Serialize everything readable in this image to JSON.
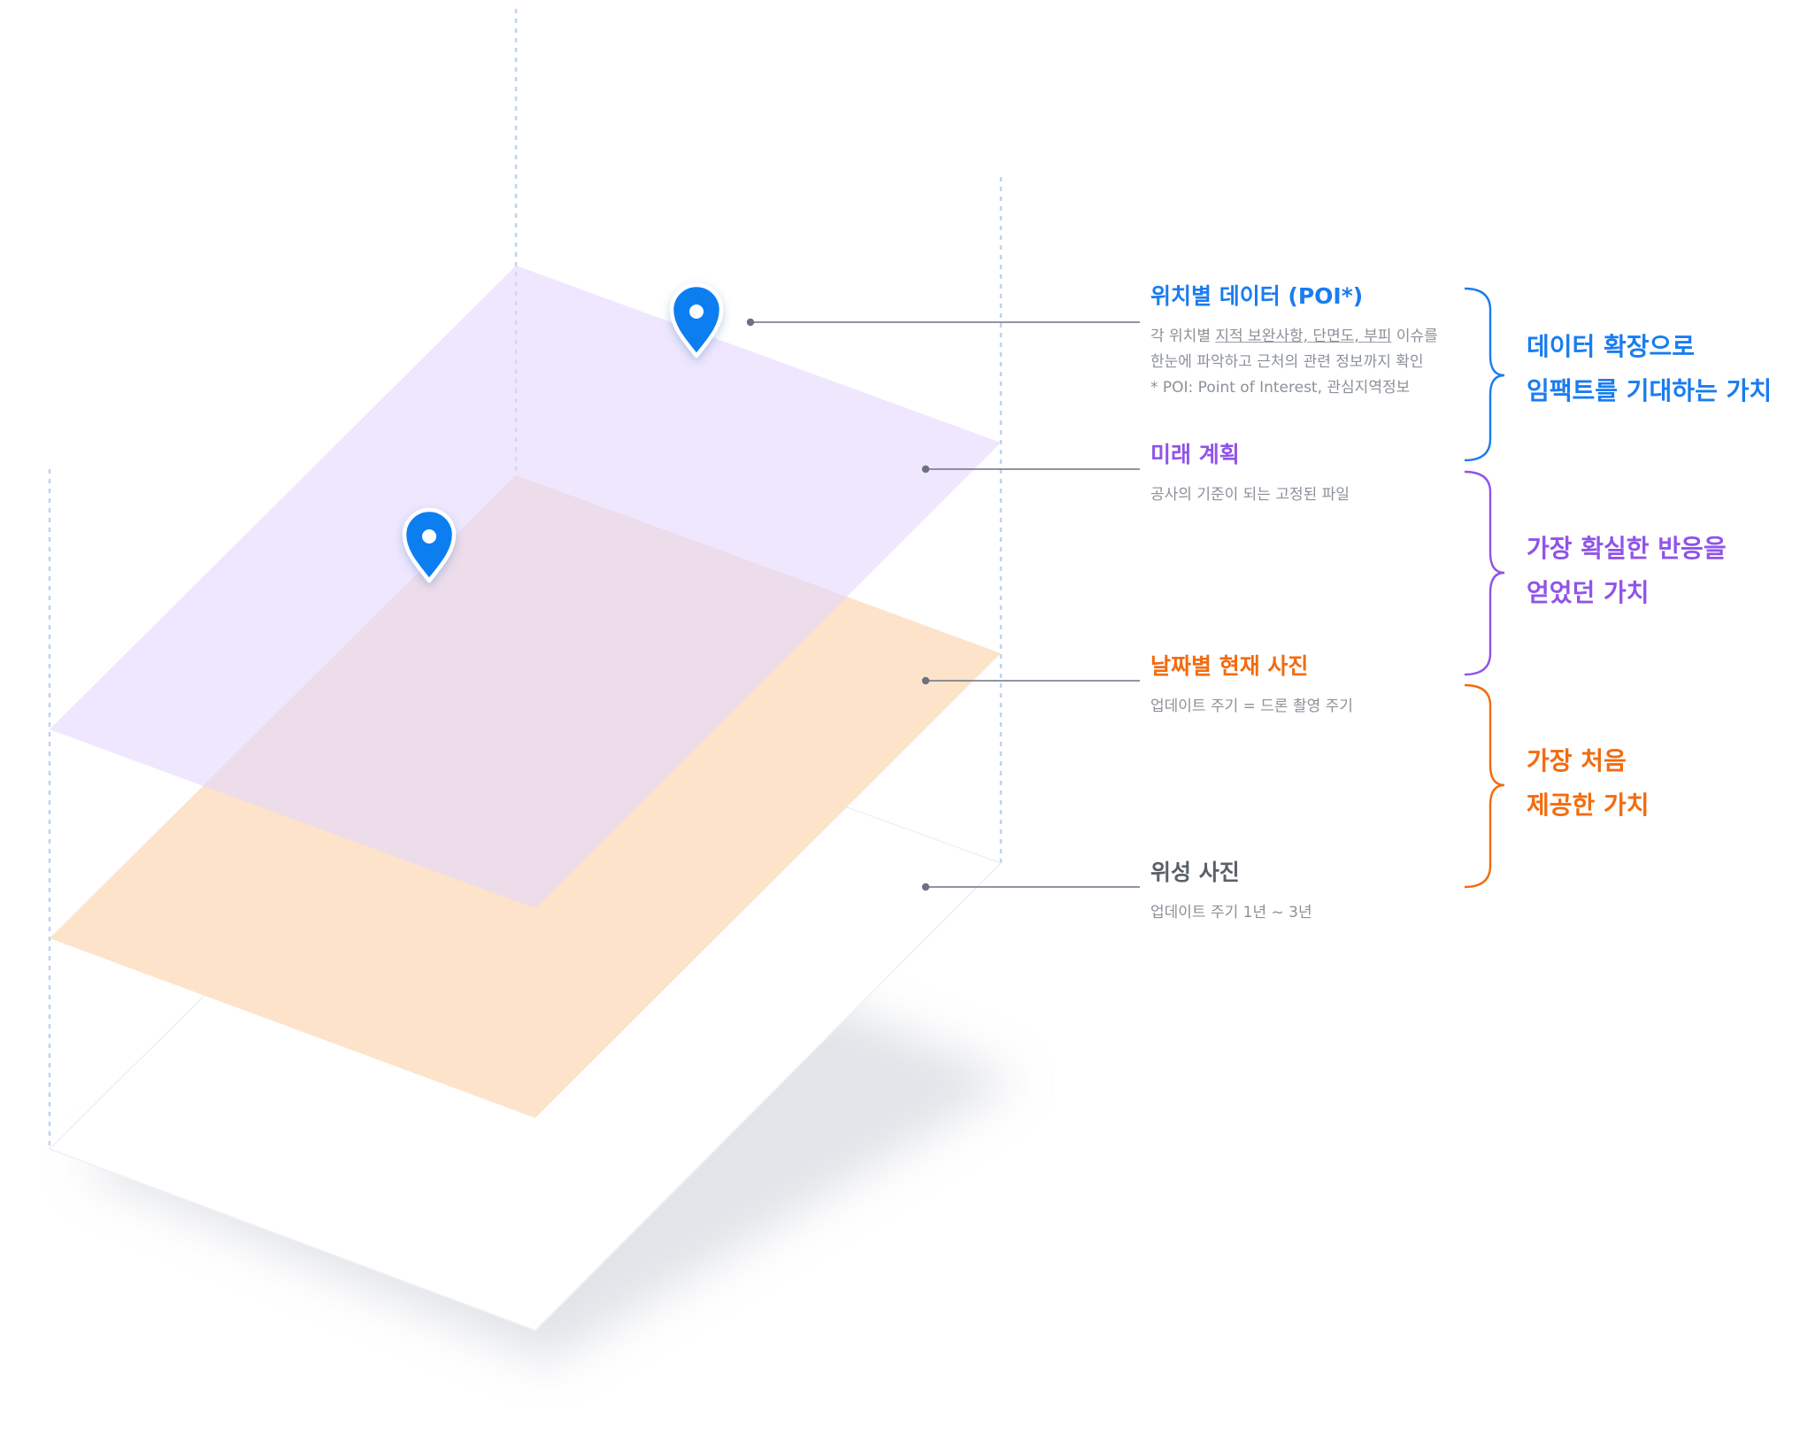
{
  "colors": {
    "poi_blue": "#1a7cf0",
    "plan_purple": "#9054e8",
    "photo_orange": "#f36b0f",
    "satellite_gray": "#5a6069",
    "desc_gray": "#8b9199",
    "connector_gray": "#6b7280",
    "plan_layer_fill": "#e4d8fd",
    "photo_layer_fill": "#fde1c6",
    "satellite_layer_fill": "#ffffff",
    "pin_fill": "#0c7ef0"
  },
  "icons": {
    "pin": "map-pin-icon"
  },
  "layers": [
    {
      "id": "poi",
      "title": "위치별 데이터 (POI*)",
      "desc_lines": [
        {
          "parts": [
            {
              "text": "각 위치별 "
            },
            {
              "text": "지적 보완사항, 단면도, 부피",
              "underline": true
            },
            {
              "text": " 이슈를"
            }
          ]
        },
        {
          "parts": [
            {
              "text": "한눈에 파악하고 근처의 관련 정보까지 확인"
            }
          ]
        },
        {
          "parts": [
            {
              "text": "* POI: Point of Interest, 관심지역정보"
            }
          ]
        }
      ]
    },
    {
      "id": "plan",
      "title": "미래 계획",
      "desc_lines": [
        {
          "parts": [
            {
              "text": "공사의 기준이 되는 고정된 파일"
            }
          ]
        }
      ]
    },
    {
      "id": "photo",
      "title": "날짜별 현재 사진",
      "desc_lines": [
        {
          "parts": [
            {
              "text": "업데이트 주기 = 드론 촬영 주기"
            }
          ]
        }
      ]
    },
    {
      "id": "satellite",
      "title": "위성 사진",
      "desc_lines": [
        {
          "parts": [
            {
              "text": "업데이트 주기 1년 ~ 3년"
            }
          ]
        }
      ]
    }
  ],
  "summaries": [
    {
      "id": "expansion",
      "lines": [
        "데이터 확장으로",
        "임팩트를 기대하는 가치"
      ]
    },
    {
      "id": "response",
      "lines": [
        "가장 확실한 반응을",
        "얻었던 가치"
      ]
    },
    {
      "id": "first",
      "lines": [
        "가장 처음",
        "제공한 가치"
      ]
    }
  ]
}
